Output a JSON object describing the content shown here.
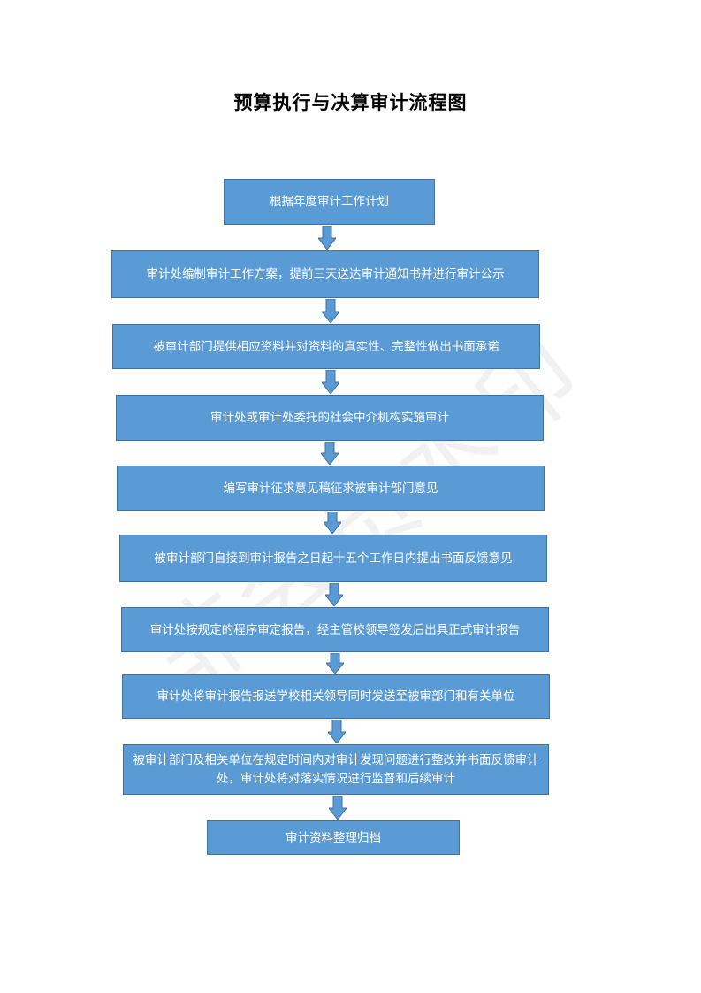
{
  "title": "预算执行与决算审计流程图",
  "watermark": "非会员水印",
  "colors": {
    "box_fill": "#5b9bd5",
    "box_border": "#41719c",
    "arrow": "#5b9bd5"
  },
  "steps": [
    "根据年度审计工作计划",
    "审计处编制审计工作方案，提前三天送达审计通知书并进行审计公示",
    "被审计部门提供相应资料并对资料的真实性、完整性做出书面承诺",
    "审计处或审计处委托的社会中介机构实施审计",
    "编写审计征求意见稿征求被审计部门意见",
    "被审计部门自接到审计报告之日起十五个工作日内提出书面反馈意见",
    "审计处按规定的程序审定报告，经主管校领导签发后出具正式审计报告",
    "审计处将审计报告报送学校相关领导同时发送至被审部门和有关单位",
    "被审计部门及相关单位在规定时间内对审计发现问题进行整改并书面反馈审计处，审计处将对落实情况进行监督和后续审计",
    "审计资料整理归档"
  ]
}
